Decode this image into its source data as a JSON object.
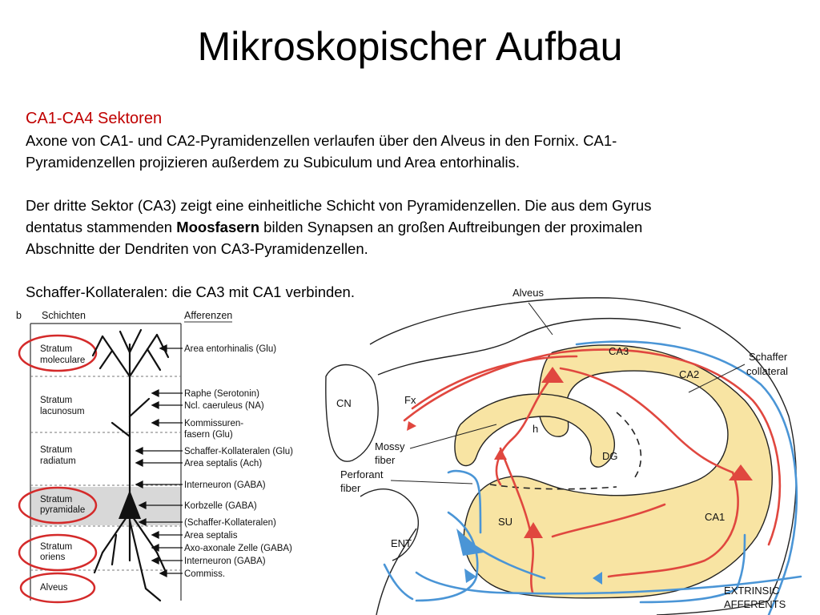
{
  "slide": {
    "title": "Mikroskopischer Aufbau",
    "section_title": "CA1-CA4 Sektoren",
    "paragraph1": "Axone von CA1- und CA2-Pyramidenzellen verlaufen über den Alveus in den Fornix. CA1-Pyramidenzellen projizieren außerdem zu Subiculum und Area entorhinalis.",
    "paragraph2_before": "Der dritte Sektor (CA3) zeigt eine einheitliche Schicht von Pyramidenzellen. Die aus dem Gyrus dentatus stammenden ",
    "paragraph2_bold": "Moosfasern",
    "paragraph2_after": " bilden Synapsen an großen Auftreibungen der proximalen Abschnitte der Dendriten von CA3-Pyramidenzellen.",
    "paragraph3": "Schaffer-Kollateralen: die CA3 mit CA1 verbinden."
  },
  "left_figure": {
    "panel_letter": "b",
    "header_left": "Schichten",
    "header_right": "Afferenzen",
    "layers": [
      "Stratum",
      "moleculare",
      "Stratum",
      "lacunosum",
      "Stratum",
      "radiatum",
      "Stratum",
      "pyramidale",
      "Stratum",
      "oriens",
      "Alveus"
    ],
    "afferents": [
      "Area entorhinalis (Glu)",
      "Raphe (Serotonin)",
      "Ncl. caeruleus (NA)",
      "Kommissuren-",
      "fasern (Glu)",
      "Schaffer-Kollateralen (Glu)",
      "Area septalis (Ach)",
      "Interneuron (GABA)",
      "Korbzelle (GABA)",
      "(Schaffer-Kollateralen)",
      "Area septalis",
      "Axo-axonale Zelle (GABA)",
      "Interneuron (GABA)",
      "Commiss."
    ],
    "highlight_color": "#d42a2a"
  },
  "right_figure": {
    "labels": {
      "alveus": "Alveus",
      "ca3": "CA3",
      "ca2": "CA2",
      "schaffer1": "Schaffer",
      "schaffer2": "collateral",
      "cn": "CN",
      "fx": "Fx",
      "h": "h",
      "dg": "DG",
      "mossy1": "Mossy",
      "mossy2": "fiber",
      "perforant1": "Perforant",
      "perforant2": "fiber",
      "su": "SU",
      "ca1": "CA1",
      "ent": "ENT",
      "extrinsic1": "EXTRINSIC",
      "extrinsic2": "AFFERENTS"
    },
    "colors": {
      "efferent": "#e0473f",
      "afferent": "#4a95d6",
      "fill": "#f8e4a3"
    }
  }
}
